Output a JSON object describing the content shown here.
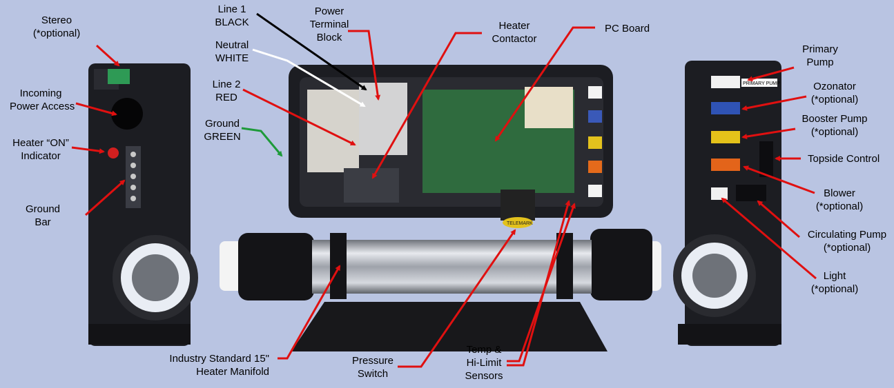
{
  "labels": {
    "stereo": [
      "Stereo",
      "(*optional)"
    ],
    "incoming_power": [
      "Incoming",
      "Power Access"
    ],
    "heater_on": [
      "Heater “ON”",
      "Indicator"
    ],
    "ground_bar": [
      "Ground",
      "Bar"
    ],
    "line1": [
      "Line 1",
      "BLACK"
    ],
    "neutral": [
      "Neutral",
      "WHITE"
    ],
    "line2": [
      "Line 2",
      "RED"
    ],
    "ground_green": [
      "Ground",
      "GREEN"
    ],
    "power_terminal": [
      "Power",
      "Terminal",
      "Block"
    ],
    "heater_contactor": [
      "Heater",
      "Contactor"
    ],
    "pc_board": [
      "PC Board"
    ],
    "heater_manifold": [
      "Industry Standard 15\"",
      "Heater Manifold"
    ],
    "pressure_switch": [
      "Pressure",
      "Switch"
    ],
    "temp_sensors": [
      "Temp &",
      "Hi-Limit",
      "Sensors"
    ],
    "primary_pump": [
      "Primary",
      "Pump"
    ],
    "ozonator": [
      "Ozonator",
      "(*optional)"
    ],
    "booster_pump": [
      "Booster Pump",
      "(*optional)"
    ],
    "topside_control": [
      "Topside Control"
    ],
    "blower": [
      "Blower",
      "(*optional)"
    ],
    "circulating_pump": [
      "Circulating Pump",
      "(*optional)"
    ],
    "light": [
      "Light",
      "(*optional)"
    ]
  },
  "pictured_text": {
    "primary_pump_tag": "PRIMARY PUMP",
    "pressure_switch_tag": "TELEMARK"
  },
  "colors": {
    "background": "#b9c4e2",
    "arrow_red": "#e01010",
    "arrow_black": "#000000",
    "arrow_white": "#ffffff",
    "arrow_green": "#1e9a3a",
    "enclosure": "#1c1d22",
    "pcb": "#2f6b3e",
    "manifold": "#b8bcc4"
  }
}
